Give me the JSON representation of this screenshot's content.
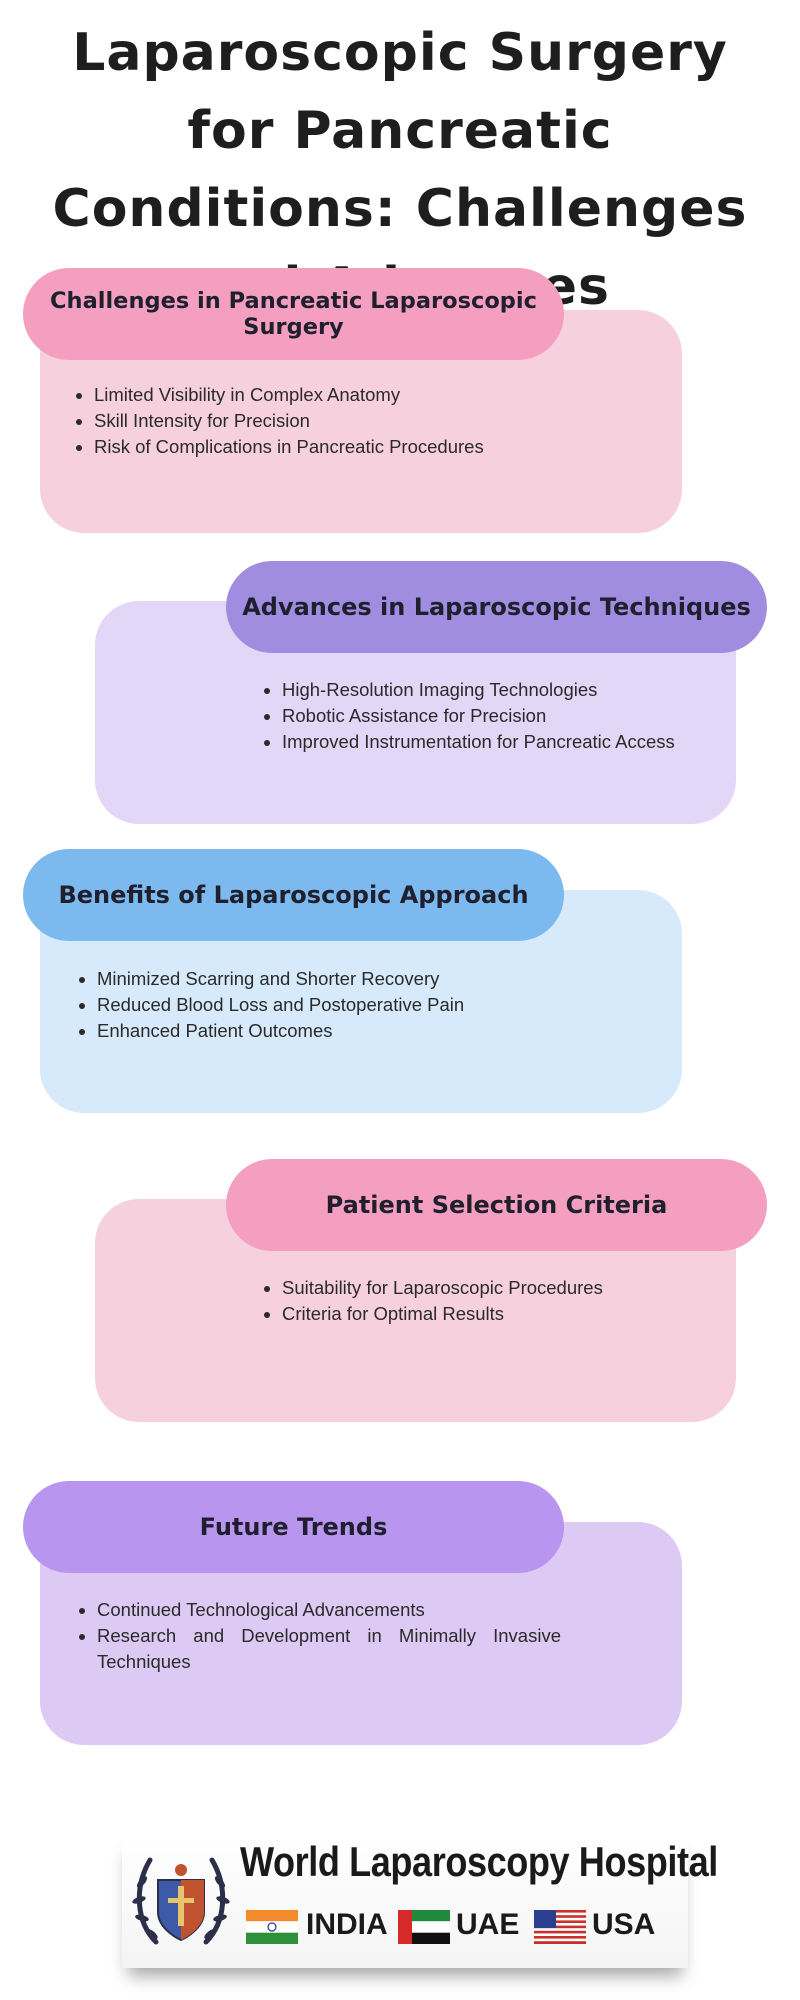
{
  "title": "Laparoscopic Surgery for Pancreatic Conditions: Challenges and Advances",
  "colors": {
    "pink_pill": "#f49fbf",
    "pink_card": "#f6d0dd",
    "purple_pill": "#a18de0",
    "purple_card": "#e3d6f7",
    "blue_pill": "#7cb9ee",
    "blue_card": "#d6eafb",
    "violet_pill": "#b896f0",
    "violet_card": "#dccaf4"
  },
  "sections": [
    {
      "heading": "Challenges in Pancreatic Laparoscopic Surgery",
      "items": [
        "Limited Visibility in Complex Anatomy",
        "Skill Intensity for Precision",
        "Risk of Complications in Pancreatic Procedures"
      ]
    },
    {
      "heading": "Advances in Laparoscopic Techniques",
      "items": [
        "High-Resolution Imaging Technologies",
        "Robotic Assistance for Precision",
        "Improved Instrumentation for Pancreatic Access"
      ]
    },
    {
      "heading": "Benefits of Laparoscopic Approach",
      "items": [
        "Minimized Scarring and Shorter Recovery",
        "Reduced Blood Loss and Postoperative Pain",
        "Enhanced Patient Outcomes"
      ]
    },
    {
      "heading": "Patient Selection Criteria",
      "items": [
        "Suitability for Laparoscopic Procedures",
        "Criteria for Optimal Results"
      ]
    },
    {
      "heading": "Future Trends",
      "items": [
        "Continued Technological Advancements",
        "Research and Development in Minimally Invasive Techniques"
      ]
    }
  ],
  "logo": {
    "name": "World Laparoscopy Hospital",
    "countries": [
      "INDIA",
      "UAE",
      "USA"
    ]
  }
}
